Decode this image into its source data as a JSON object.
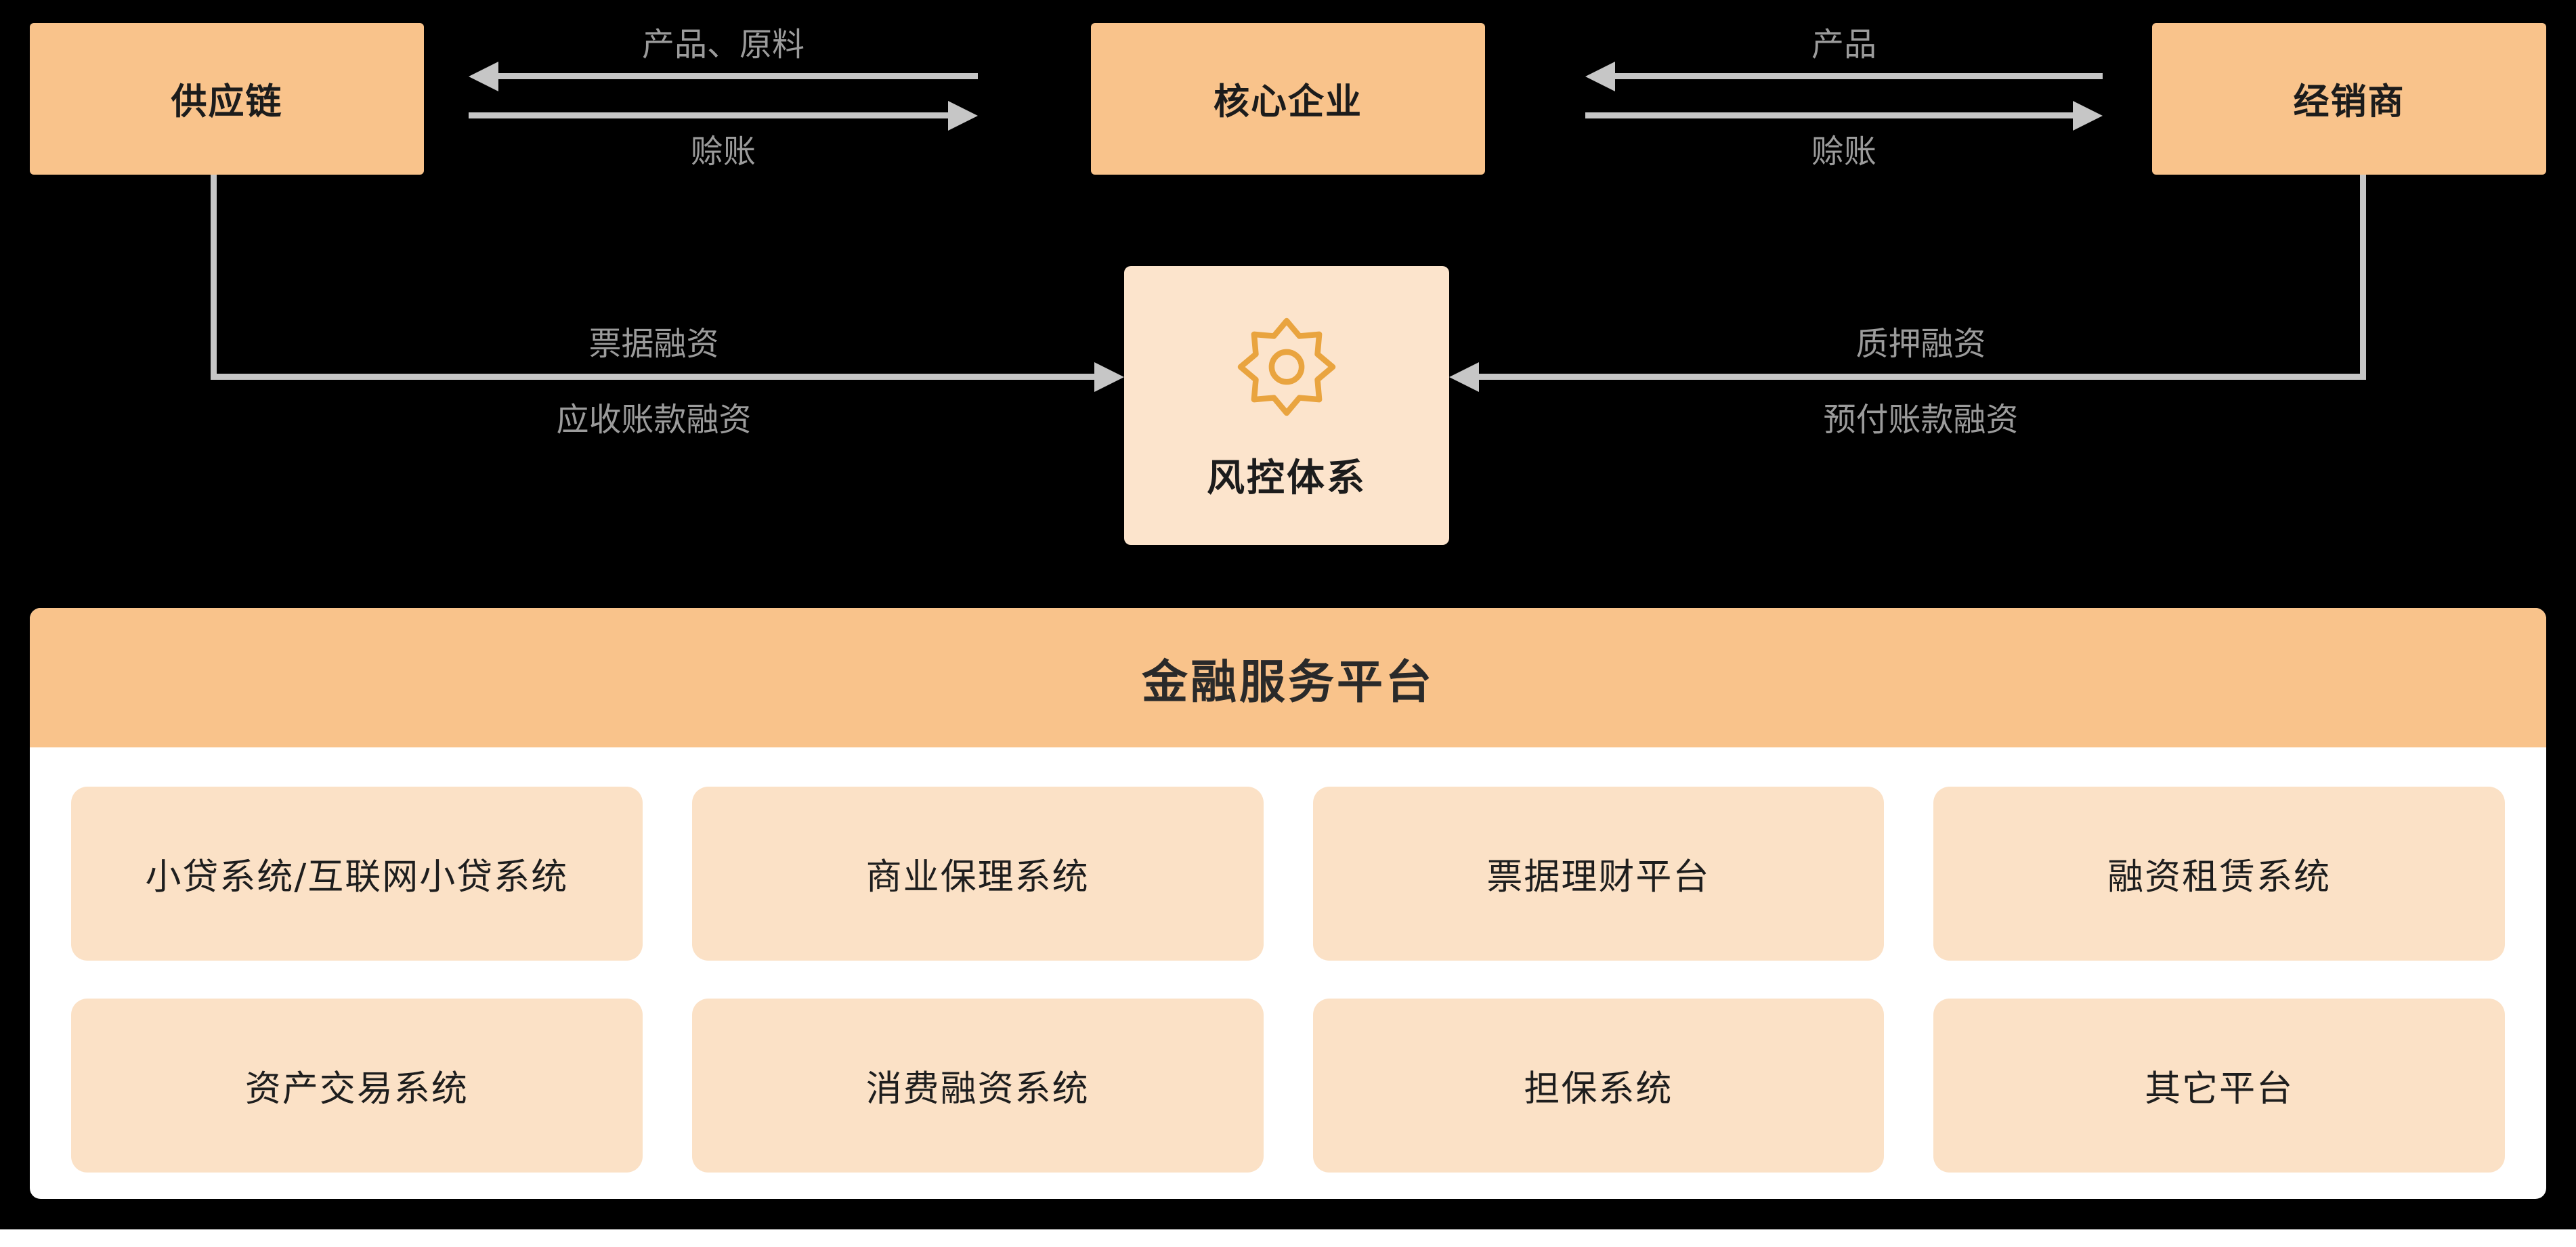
{
  "colors": {
    "background": "#000000",
    "node_orange": "#F9C38B",
    "light_peach": "#FBE1C6",
    "risk_peach": "#FCE4CC",
    "panel_white": "#FFFFFF",
    "arrow_gray": "#C6C6C6",
    "label_gray": "#9B9B9B",
    "text_dark": "#1C1C1C",
    "gear_icon_orange": "#E9A43F"
  },
  "top_nodes": {
    "supply_chain": "供应链",
    "core_enterprise": "核心企业",
    "distributor": "经销商"
  },
  "flows": {
    "left_pair": {
      "top_label": "产品、原料",
      "bottom_label": "赊账"
    },
    "right_pair": {
      "top_label": "产品",
      "bottom_label": "赊账"
    }
  },
  "risk": {
    "title": "风控体系",
    "icon": "badge-gear-icon"
  },
  "branches": {
    "left": {
      "line1": "票据融资",
      "line2": "应收账款融资"
    },
    "right": {
      "line1": "质押融资",
      "line2": "预付账款融资"
    }
  },
  "platform": {
    "title": "金融服务平台",
    "items": [
      "小贷系统/互联网小贷系统",
      "商业保理系统",
      "票据理财平台",
      "融资租赁系统",
      "资产交易系统",
      "消费融资系统",
      "担保系统",
      "其它平台"
    ]
  }
}
